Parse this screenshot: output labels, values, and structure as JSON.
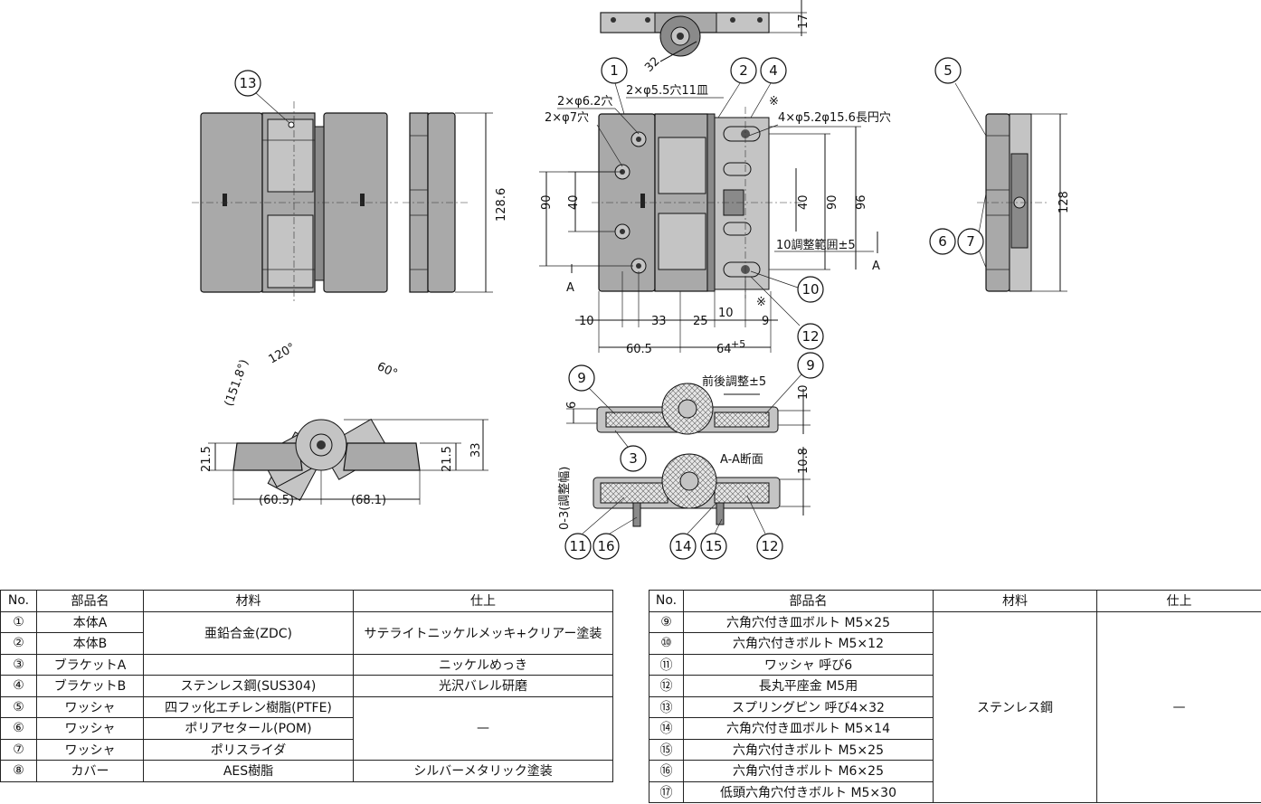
{
  "drawing": {
    "bubbles": {
      "b1": "1",
      "b2": "2",
      "b3": "3",
      "b4": "4",
      "b5": "5",
      "b6": "6",
      "b7": "7",
      "b9a": "9",
      "b9b": "9",
      "b10": "10",
      "b11": "11",
      "b12a": "12",
      "b12b": "12",
      "b13": "13",
      "b14": "14",
      "b15": "15",
      "b16": "16"
    },
    "labels": {
      "hole_62": "2×φ6.2穴",
      "hole_55": "2×φ5.5穴11皿",
      "hole_7": "2×φ7穴",
      "slot": "4×φ5.2φ15.6長円穴",
      "note_mark": "※",
      "adjust_range": "10調整範囲±5",
      "section_a": "A",
      "fb_adjust": "前後調整±5",
      "section_aa": "A-A断面",
      "width_adjust": "0-3(調整幅)",
      "angle_120": "120°",
      "angle_60": "60°",
      "angle_151": "(151.8°)"
    },
    "dims": {
      "d17": "17",
      "d32": "32",
      "d1286": "128.6",
      "d90a": "90",
      "d40a": "40",
      "d40b": "40",
      "d90b": "90",
      "d96": "96",
      "d10a": "10",
      "d33": "33",
      "d25": "25",
      "d10b": "10",
      "d9": "9",
      "d605": "60.5",
      "d64": "64",
      "d64sup": "+5",
      "d128": "128",
      "d6": "6",
      "d10c": "10",
      "d108": "10.8",
      "d215a": "21.5",
      "d215b": "21.5",
      "d33b": "33",
      "dp605": "(60.5)",
      "dp681": "(68.1)"
    }
  },
  "table_left": {
    "headers": [
      "No.",
      "部品名",
      "材料",
      "仕上"
    ],
    "rows": [
      {
        "no": "①",
        "name": "本体A"
      },
      {
        "no": "②",
        "name": "本体B"
      },
      {
        "no": "③",
        "name": "ブラケットA"
      },
      {
        "no": "④",
        "name": "ブラケットB"
      },
      {
        "no": "⑤",
        "name": "ワッシャ"
      },
      {
        "no": "⑥",
        "name": "ワッシャ"
      },
      {
        "no": "⑦",
        "name": "ワッシャ"
      },
      {
        "no": "⑧",
        "name": "カバー"
      }
    ],
    "material_zdc": "亜鉛合金(ZDC)",
    "material_sus": "ステンレス鋼(SUS304)",
    "material_ptfe": "四フッ化エチレン樹脂(PTFE)",
    "material_pom": "ポリアセタール(POM)",
    "material_polyslider": "ポリスライダ",
    "material_aes": "AES樹脂",
    "finish_satelite": "サテライトニッケルメッキ+クリアー塗装",
    "finish_nickel": "ニッケルめっき",
    "finish_barrel": "光沢バレル研磨",
    "finish_none": "—",
    "finish_silver": "シルバーメタリック塗装"
  },
  "table_right": {
    "headers": [
      "No.",
      "部品名",
      "材料",
      "仕上"
    ],
    "rows": [
      {
        "no": "⑨",
        "name": "六角穴付き皿ボルト M5×25"
      },
      {
        "no": "⑩",
        "name": "六角穴付きボルト M5×12"
      },
      {
        "no": "⑪",
        "name": "ワッシャ 呼び6"
      },
      {
        "no": "⑫",
        "name": "長丸平座金 M5用"
      },
      {
        "no": "⑬",
        "name": "スプリングピン 呼び4×32"
      },
      {
        "no": "⑭",
        "name": "六角穴付き皿ボルト M5×14"
      },
      {
        "no": "⑮",
        "name": "六角穴付きボルト M5×25"
      },
      {
        "no": "⑯",
        "name": "六角穴付きボルト M6×25"
      },
      {
        "no": "⑰",
        "name": "低頭六角穴付きボルト M5×30"
      }
    ],
    "material": "ステンレス鋼",
    "finish": "—"
  }
}
